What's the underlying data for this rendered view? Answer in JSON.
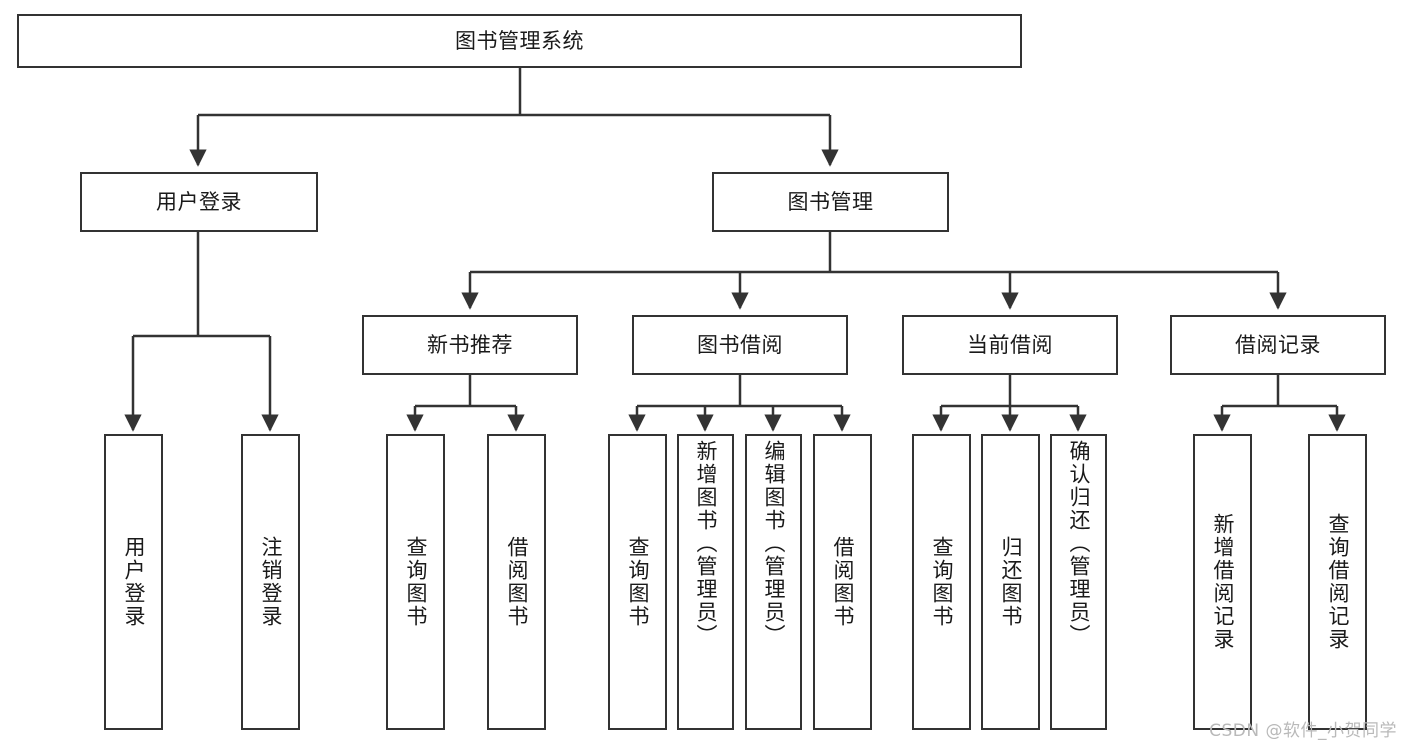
{
  "diagram": {
    "type": "tree",
    "title": "图书管理系统",
    "root": {
      "label": "图书管理系统"
    },
    "level1": [
      {
        "label": "用户登录"
      },
      {
        "label": "图书管理"
      }
    ],
    "level2": [
      {
        "label": "新书推荐"
      },
      {
        "label": "图书借阅"
      },
      {
        "label": "当前借阅"
      },
      {
        "label": "借阅记录"
      }
    ],
    "leaves": {
      "user_login": [
        {
          "label": "用户登录"
        },
        {
          "label": "注销登录"
        }
      ],
      "new_book_recommend": [
        {
          "label": "查询图书"
        },
        {
          "label": "借阅图书"
        }
      ],
      "book_borrow": [
        {
          "label": "查询图书"
        },
        {
          "label": "新增图书（管理员）"
        },
        {
          "label": "编辑图书（管理员）"
        },
        {
          "label": "借阅图书"
        }
      ],
      "current_borrow": [
        {
          "label": "查询图书"
        },
        {
          "label": "归还图书"
        },
        {
          "label": "确认归还（管理员）"
        }
      ],
      "borrow_record": [
        {
          "label": "新增借阅记录"
        },
        {
          "label": "查询借阅记录"
        }
      ]
    }
  },
  "watermark": {
    "text": "CSDN @软件_小贺同学"
  },
  "colors": {
    "background": "#ffffff",
    "node_border": "#333333",
    "node_fill": "#ffffff",
    "edge": "#333333",
    "text": "#1a1a1a",
    "watermark": "#b9b9b9"
  }
}
